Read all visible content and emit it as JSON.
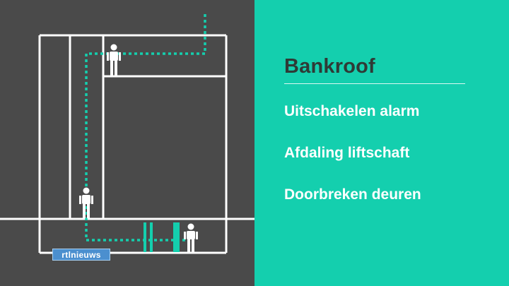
{
  "title": "Bankroof",
  "items": [
    {
      "label": "Uitschakelen alarm"
    },
    {
      "label": "Afdaling liftschaft"
    },
    {
      "label": "Doorbreken deuren"
    }
  ],
  "logo": {
    "text": "rtlnieuws"
  },
  "colors": {
    "dark_panel": "#4a4a4a",
    "accent": "#14cfae",
    "title_text": "#2f3a36",
    "path": "#14cfae",
    "lines": "#ffffff"
  },
  "icons": [
    "person-icon",
    "door-icon"
  ]
}
